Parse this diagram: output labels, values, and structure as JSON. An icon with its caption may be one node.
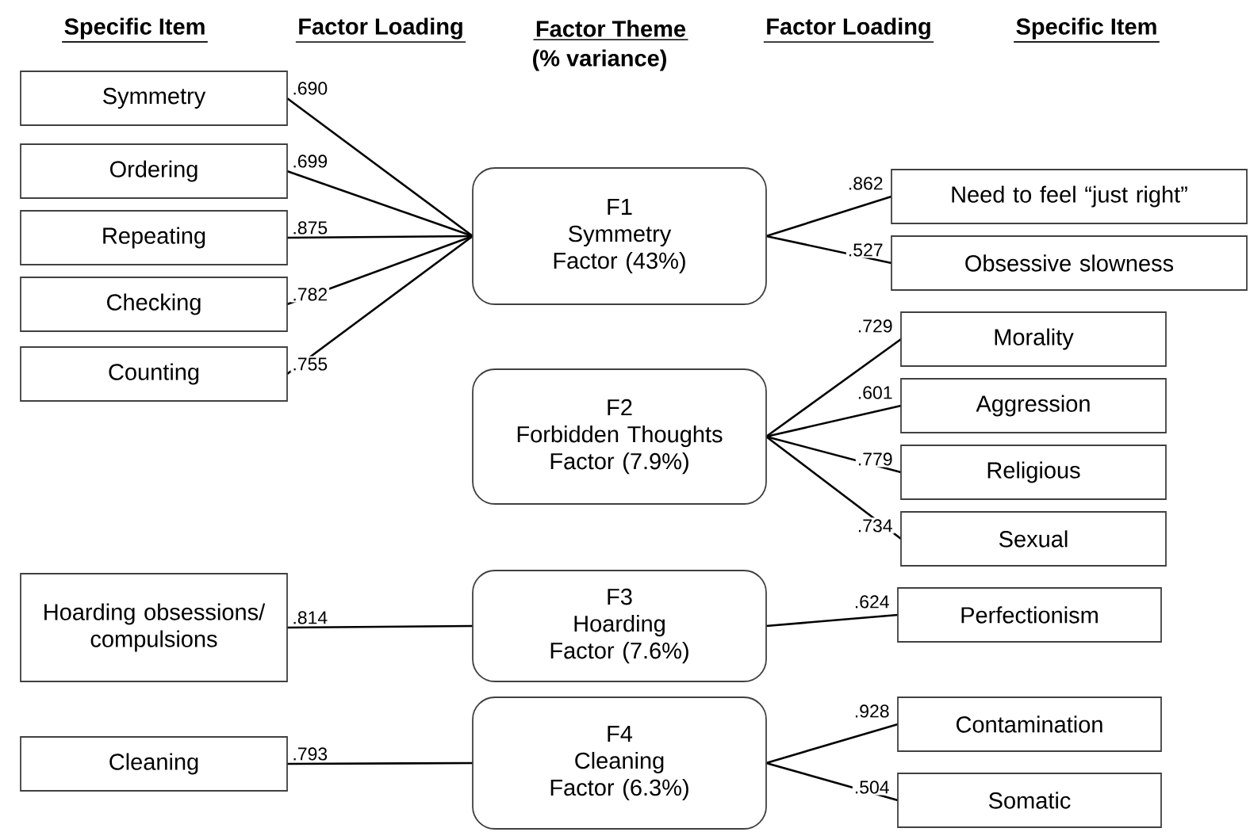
{
  "diagram": {
    "nodes": [
      {
        "text": [
          "Symmetry"
        ]
      },
      {
        "text": [
          "Ordering"
        ]
      },
      {
        "text": [
          "Repeating"
        ]
      },
      {
        "text": [
          "Checking"
        ]
      },
      {
        "text": [
          "Counting"
        ]
      },
      {
        "text": [
          "F1",
          "Symmetry Factor (43%)"
        ]
      },
      {
        "text": [
          "Need to feel “just right”"
        ]
      },
      {
        "text": [
          "Obsessive slowness"
        ]
      },
      {
        "text": [
          "F2",
          "Forbidden Thoughts Factor (7.9%)"
        ]
      },
      {
        "text": [
          "Morality"
        ]
      },
      {
        "text": [
          "Aggression"
        ]
      },
      {
        "text": [
          "Religious"
        ]
      },
      {
        "text": [
          "Sexual"
        ]
      },
      {
        "text": [
          "Hoarding obsessions/ compulsions"
        ]
      },
      {
        "text": [
          "F3",
          "Hoarding Factor (7.6%)"
        ]
      },
      {
        "text": [
          "Perfectionism"
        ]
      },
      {
        "text": [
          "Cleaning"
        ]
      },
      {
        "text": [
          "F4",
          "Cleaning Factor (6.3%)"
        ]
      },
      {
        "text": [
          "Contamination"
        ]
      },
      {
        "text": [
          "Somatic"
        ]
      }
    ],
    "edges": [
      {
        "from": 0,
        "to": 5,
        "arrow": "none",
        "label": ".690"
      },
      {
        "from": 1,
        "to": 5,
        "arrow": "none",
        "label": ".699"
      },
      {
        "from": 2,
        "to": 5,
        "arrow": "none",
        "label": ".875"
      },
      {
        "from": 3,
        "to": 5,
        "arrow": "none",
        "label": ".782"
      },
      {
        "from": 4,
        "to": 5,
        "arrow": "none",
        "label": ".755"
      },
      {
        "from": 5,
        "to": 6,
        "arrow": "none",
        "label": ".862"
      },
      {
        "from": 5,
        "to": 7,
        "arrow": "none",
        "label": ".527"
      },
      {
        "from": 8,
        "to": 9,
        "arrow": "none",
        "label": ".729"
      },
      {
        "from": 8,
        "to": 10,
        "arrow": "none",
        "label": ".601"
      },
      {
        "from": 8,
        "to": 11,
        "arrow": "none",
        "label": ".779"
      },
      {
        "from": 8,
        "to": 12,
        "arrow": "none",
        "label": ".734"
      },
      {
        "from": 13,
        "to": 14,
        "arrow": "none",
        "label": ".814"
      },
      {
        "from": 14,
        "to": 15,
        "arrow": "none",
        "label": ".624"
      },
      {
        "from": 16,
        "to": 17,
        "arrow": "none",
        "label": ".793"
      },
      {
        "from": 17,
        "to": 18,
        "arrow": "none",
        "label": ".928"
      },
      {
        "from": 17,
        "to": 19,
        "arrow": "none",
        "label": ".504"
      }
    ],
    "labels": [
      "Specific Item",
      "Factor Loading",
      "Factor Theme",
      "(% variance)",
      "Factor Loading",
      "Specific Item"
    ]
  }
}
